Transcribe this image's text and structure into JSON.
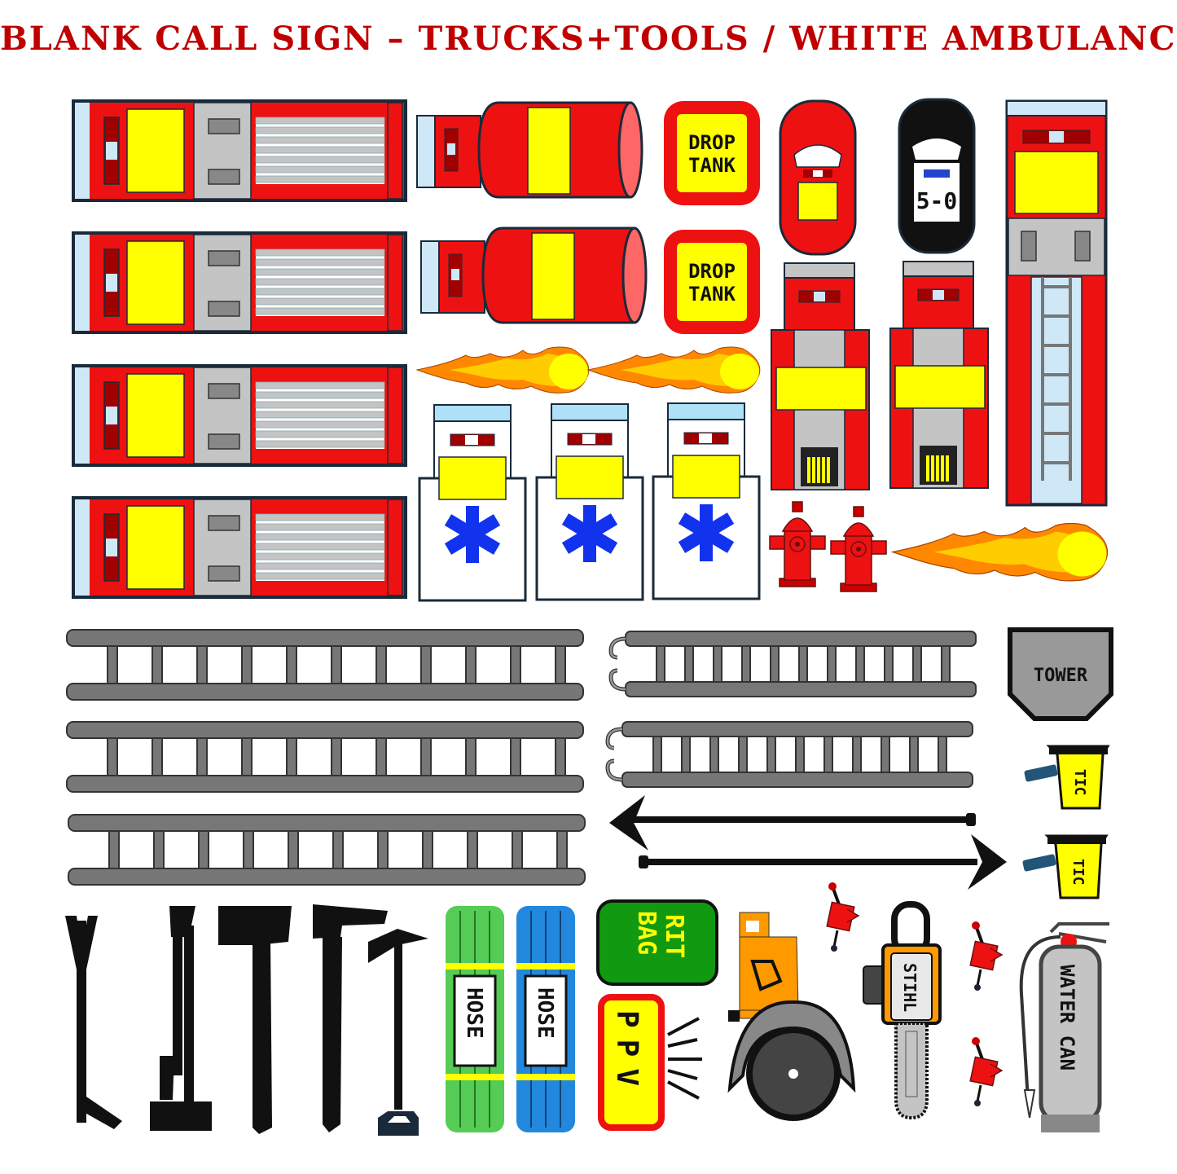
{
  "title": "BLANK CALL SIGN – TRUCKS+TOOLS / WHITE AMBULANCE",
  "labels": {
    "drop_tank_line1": "DROP",
    "drop_tank_line2": "TANK",
    "police": "5-0",
    "tower": "TOWER",
    "tic": "TIC",
    "hose": "HOSE",
    "rit_line1": "RIT",
    "rit_line2": "BAG",
    "ppv": "PPV",
    "chainsaw": "STIHL",
    "water_can": "WATER CAN"
  },
  "colors": {
    "title": "#c00000",
    "truck_red": "#ee1111",
    "window_yellow": "#ffff00",
    "compartment_gray": "#c4c4c4",
    "ladder_gray": "#7a7a7a",
    "ambulance_star": "#1133ee",
    "hose_green": "#55cc55",
    "hose_blue": "#2288dd",
    "rit_bag_green": "#119911",
    "saw_orange": "#ff9900"
  },
  "icons": [
    "engine-top-view",
    "tanker-top-view",
    "drop-tank",
    "chief-car",
    "police-car",
    "tower-truck",
    "pumper-truck",
    "ambulance",
    "fire-hydrant",
    "fireball",
    "ground-ladder",
    "hook-ladder",
    "pike-pole",
    "tic-camera",
    "halligan-bar",
    "axe",
    "flathead-axe",
    "hose-bundle",
    "rit-bag",
    "ppv-fan",
    "rotary-saw",
    "chainsaw",
    "radio",
    "water-can"
  ]
}
